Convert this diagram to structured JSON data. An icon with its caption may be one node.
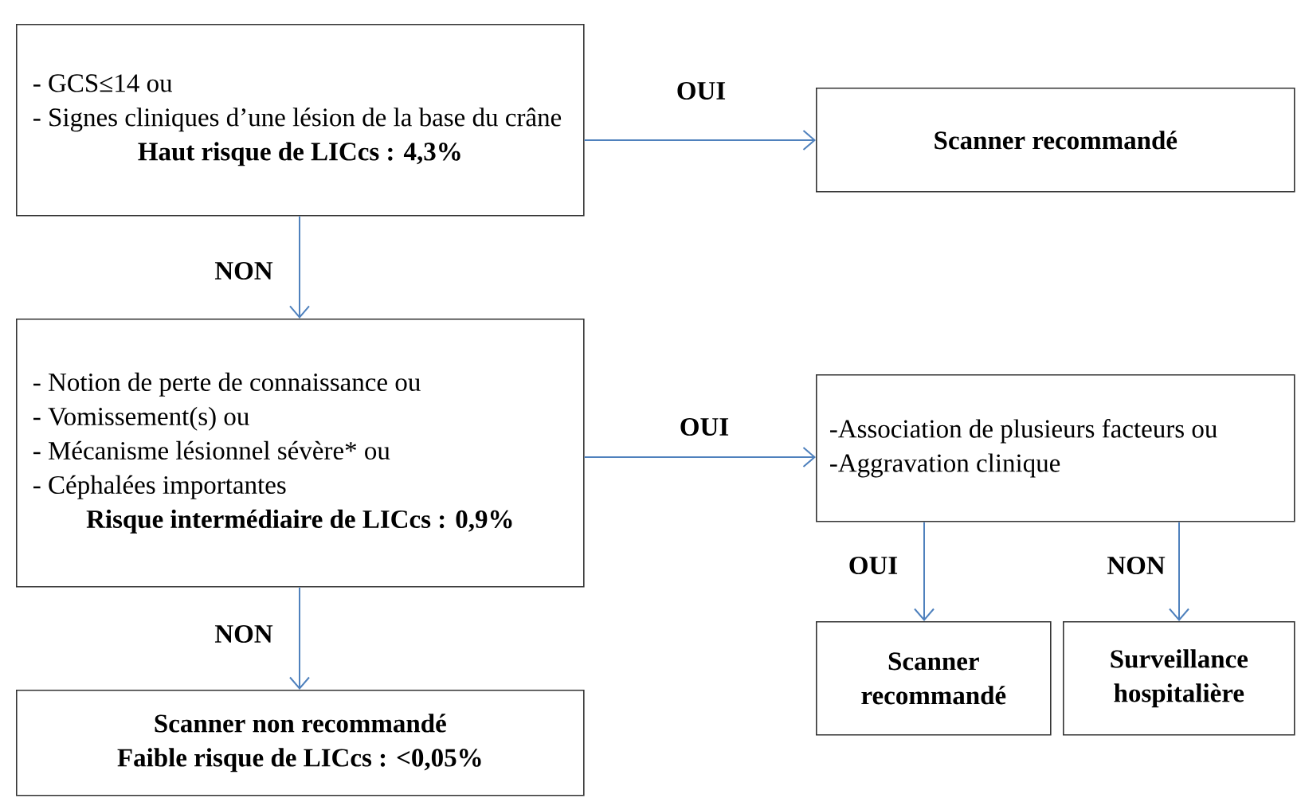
{
  "diagram": {
    "nodes": [
      {
        "text": [
          "- GCS≤14 ou",
          "- Signes cliniques d’une lésion de la base du crâne",
          "Haut risque de LICcs : 4,3%"
        ]
      },
      {
        "text": [
          "Scanner recommandé"
        ]
      },
      {
        "text": [
          "- Notion de perte de connaissance ou",
          "- Vomissement(s) ou",
          "- Mécanisme lésionnel sévère* ou",
          "- Céphalées importantes",
          "Risque intermédiaire de LICcs : 0,9%"
        ]
      },
      {
        "text": [
          "Scanner non recommandé",
          "Faible risque de LICcs : <0,05%"
        ]
      },
      {
        "text": [
          "-Association de plusieurs facteurs ou",
          "-Aggravation clinique"
        ]
      },
      {
        "text": [
          "Scanner recommandé"
        ]
      },
      {
        "text": [
          "Surveillance hospitalière"
        ]
      }
    ],
    "edges": [
      {
        "from": 0,
        "to": 1,
        "arrow": "to",
        "label": "OUI"
      },
      {
        "from": 0,
        "to": 2,
        "arrow": "to",
        "label": "NON"
      },
      {
        "from": 2,
        "to": 4,
        "arrow": "to",
        "label": "OUI"
      },
      {
        "from": 2,
        "to": 3,
        "arrow": "to",
        "label": "NON"
      },
      {
        "from": 4,
        "to": 5,
        "arrow": "to",
        "label": "OUI"
      },
      {
        "from": 4,
        "to": 6,
        "arrow": "to",
        "label": "NON"
      }
    ]
  }
}
